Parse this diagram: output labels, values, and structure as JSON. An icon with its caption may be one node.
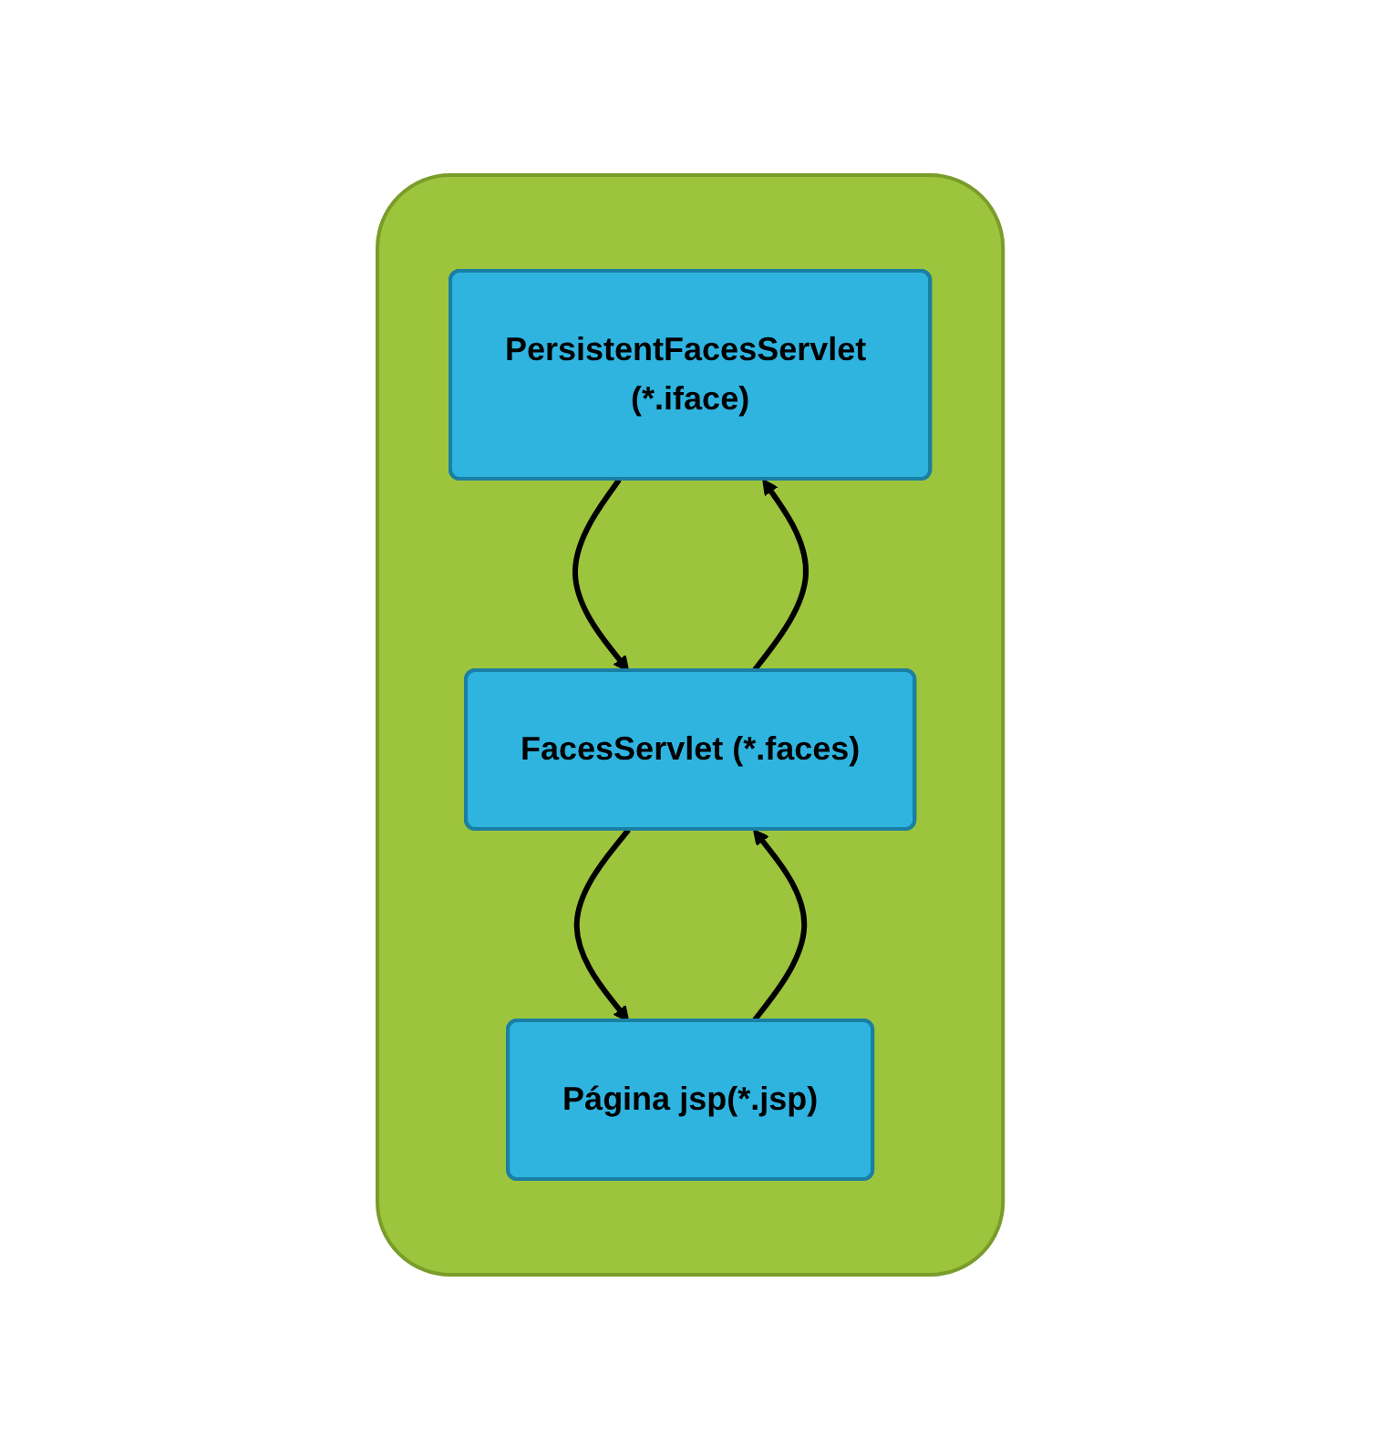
{
  "diagram": {
    "nodes": [
      {
        "text": [],
        "shape": "box"
      },
      {
        "text": [
          "PersistentFacesServlet (*.iface)"
        ],
        "in": 0
      },
      {
        "text": [
          "FacesServlet (*.faces)"
        ],
        "in": 0
      },
      {
        "text": [
          "Página jsp(*.jsp)"
        ],
        "in": 0
      }
    ],
    "edges": [
      {
        "from": 1,
        "to": 2,
        "arrow": "to"
      },
      {
        "from": 2,
        "to": 1,
        "arrow": "to"
      },
      {
        "from": 2,
        "to": 3,
        "arrow": "to"
      },
      {
        "from": 3,
        "to": 2,
        "arrow": "to"
      }
    ]
  }
}
